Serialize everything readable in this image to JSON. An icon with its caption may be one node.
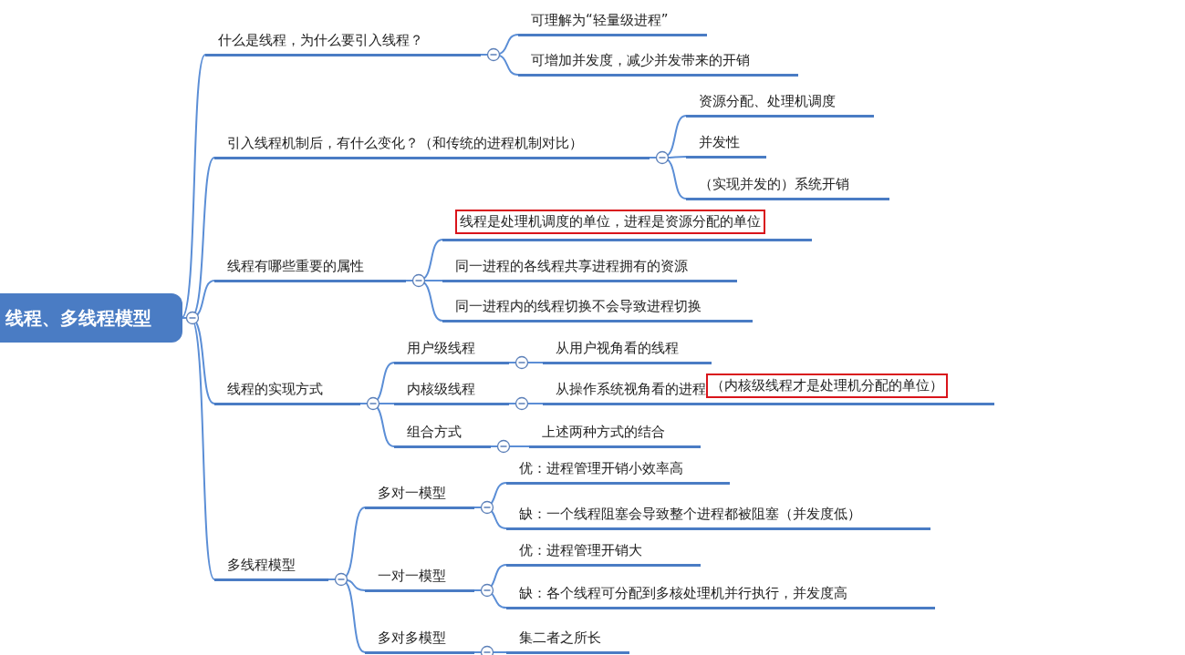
{
  "diagram": {
    "nodes": [
      {
        "text": [
          "线程、多线程模型"
        ]
      },
      {
        "text": [
          "什么是线程，为什么要引入线程？"
        ]
      },
      {
        "text": [
          "可理解为“轻量级进程”"
        ]
      },
      {
        "text": [
          "可增加并发度，减少并发带来的开销"
        ]
      },
      {
        "text": [
          "引入线程机制后，有什么变化？（和传统的进程机制对比）"
        ]
      },
      {
        "text": [
          "资源分配、处理机调度"
        ]
      },
      {
        "text": [
          "并发性"
        ]
      },
      {
        "text": [
          "（实现并发的）系统开销"
        ]
      },
      {
        "text": [
          "线程有哪些重要的属性"
        ]
      },
      {
        "text": [
          "线程是处理机调度的单位，进程是资源分配的单位"
        ]
      },
      {
        "text": [
          "同一进程的各线程共享进程拥有的资源"
        ]
      },
      {
        "text": [
          "同一进程内的线程切换不会导致进程切换"
        ]
      },
      {
        "text": [
          "线程的实现方式"
        ]
      },
      {
        "text": [
          "用户级线程"
        ]
      },
      {
        "text": [
          "从用户视角看的线程"
        ]
      },
      {
        "text": [
          "内核级线程"
        ]
      },
      {
        "text": [
          "从操作系统视角看的进程",
          "（内核级线程才是处理机分配的单位）"
        ]
      },
      {
        "text": [
          "组合方式"
        ]
      },
      {
        "text": [
          "上述两种方式的结合"
        ]
      },
      {
        "text": [
          "多线程模型"
        ]
      },
      {
        "text": [
          "多对一模型"
        ]
      },
      {
        "text": [
          "优：进程管理开销小效率高"
        ]
      },
      {
        "text": [
          "缺：一个线程阻塞会导致整个进程都被阻塞（并发度低）"
        ]
      },
      {
        "text": [
          "一对一模型"
        ]
      },
      {
        "text": [
          "优：进程管理开销大"
        ]
      },
      {
        "text": [
          "缺：各个线程可分配到多核处理机并行执行，并发度高"
        ]
      },
      {
        "text": [
          "多对多模型"
        ]
      },
      {
        "text": [
          "集二者之所长"
        ]
      }
    ],
    "edges": [
      {
        "from": 0,
        "to": 1,
        "arrow": "none"
      },
      {
        "from": 0,
        "to": 4,
        "arrow": "none"
      },
      {
        "from": 0,
        "to": 8,
        "arrow": "none"
      },
      {
        "from": 0,
        "to": 12,
        "arrow": "none"
      },
      {
        "from": 0,
        "to": 19,
        "arrow": "none"
      },
      {
        "from": 1,
        "to": 2,
        "arrow": "none"
      },
      {
        "from": 1,
        "to": 3,
        "arrow": "none"
      },
      {
        "from": 4,
        "to": 5,
        "arrow": "none"
      },
      {
        "from": 4,
        "to": 6,
        "arrow": "none"
      },
      {
        "from": 4,
        "to": 7,
        "arrow": "none"
      },
      {
        "from": 8,
        "to": 9,
        "arrow": "none"
      },
      {
        "from": 8,
        "to": 10,
        "arrow": "none"
      },
      {
        "from": 8,
        "to": 11,
        "arrow": "none"
      },
      {
        "from": 12,
        "to": 13,
        "arrow": "none"
      },
      {
        "from": 12,
        "to": 15,
        "arrow": "none"
      },
      {
        "from": 12,
        "to": 17,
        "arrow": "none"
      },
      {
        "from": 13,
        "to": 14,
        "arrow": "none"
      },
      {
        "from": 15,
        "to": 16,
        "arrow": "none"
      },
      {
        "from": 17,
        "to": 18,
        "arrow": "none"
      },
      {
        "from": 19,
        "to": 20,
        "arrow": "none"
      },
      {
        "from": 19,
        "to": 23,
        "arrow": "none"
      },
      {
        "from": 19,
        "to": 26,
        "arrow": "none"
      },
      {
        "from": 20,
        "to": 21,
        "arrow": "none"
      },
      {
        "from": 20,
        "to": 22,
        "arrow": "none"
      },
      {
        "from": 23,
        "to": 24,
        "arrow": "none"
      },
      {
        "from": 23,
        "to": 25,
        "arrow": "none"
      },
      {
        "from": 26,
        "to": 27,
        "arrow": "none"
      }
    ]
  }
}
